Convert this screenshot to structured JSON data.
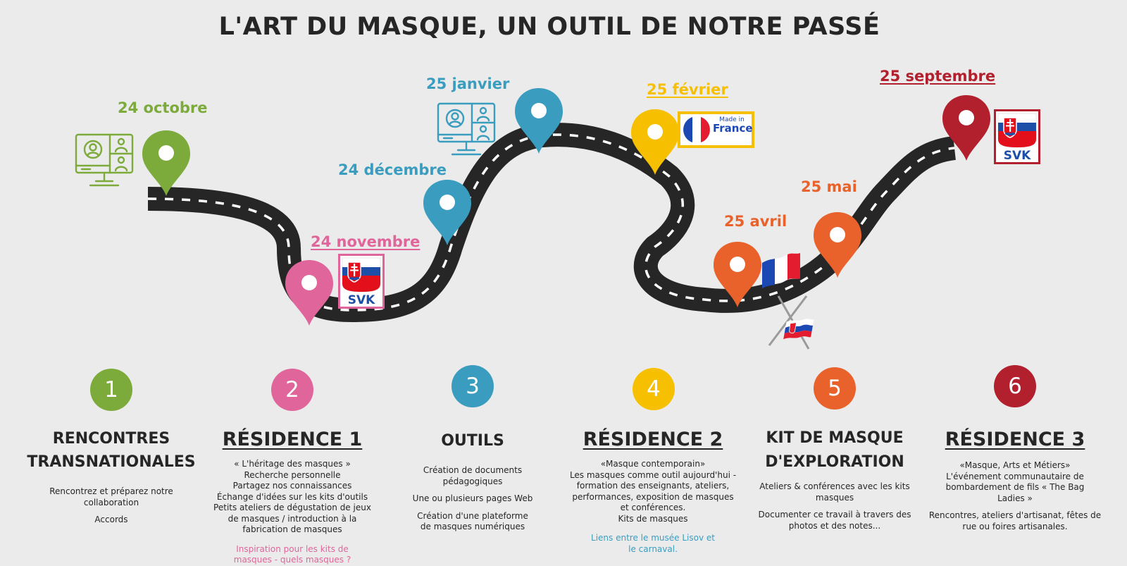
{
  "title": "L'ART DU MASQUE, UN OUTIL DE NOTRE PASSÉ",
  "colors": {
    "green": "#7cab3b",
    "pink": "#e0659a",
    "blue": "#3a9dbf",
    "yellow": "#f6c000",
    "orange": "#e9622b",
    "red": "#b21f2d",
    "road": "#262626"
  },
  "dates": {
    "d1": "24 octobre",
    "d2": "24 novembre",
    "d3": "24 décembre",
    "d4": "25 janvier",
    "d5": "25 février",
    "d6": "25 avril",
    "d7": "25 mai",
    "d8": "25 septembre"
  },
  "badges": {
    "svk": "SVK",
    "made_in": "Made in",
    "france": "France"
  },
  "icons": [
    "video-call-icon",
    "map-pin-icon",
    "slovakia-flag-icon",
    "france-flag-icon",
    "made-in-france-icon"
  ],
  "steps": [
    {
      "number": "1",
      "heading": "RENCONTRES TRANSNATIONALES",
      "lines": [
        "Rencontrez et préparez notre collaboration",
        "Accords"
      ],
      "note": ""
    },
    {
      "number": "2",
      "heading": "RÉSIDENCE 1",
      "lines": [
        "« L'héritage des masques »",
        "Recherche personnelle",
        "Partagez nos connaissances",
        "Échange d'idées sur les kits d'outils",
        "Petits ateliers de dégustation de jeux de masques / introduction à la fabrication de masques"
      ],
      "note": "Inspiration pour les kits de masques - quels masques ?"
    },
    {
      "number": "3",
      "heading": "OUTILS",
      "lines": [
        "Création de documents pédagogiques",
        "Une ou plusieurs pages Web",
        "Création d'une plateforme de masques numériques"
      ],
      "note": ""
    },
    {
      "number": "4",
      "heading": "RÉSIDENCE 2",
      "lines": [
        "«Masque contemporain»",
        "Les masques comme outil aujourd'hui - formation des enseignants, ateliers, performances, exposition de masques et conférences.",
        "Kits de masques"
      ],
      "note": "Liens entre le musée Lisov et le carnaval."
    },
    {
      "number": "5",
      "heading": "KIT DE MASQUE D'EXPLORATION",
      "lines": [
        "Ateliers & conférences avec les kits masques",
        "Documenter ce travail à travers des photos et des notes..."
      ],
      "note": ""
    },
    {
      "number": "6",
      "heading": "RÉSIDENCE 3",
      "lines": [
        "«Masque, Arts et Métiers»",
        "L'événement communautaire de bombardement de fils « The Bag Ladies »",
        "Rencontres, ateliers d'artisanat, fêtes de rue ou foires artisanales."
      ],
      "note": ""
    }
  ]
}
